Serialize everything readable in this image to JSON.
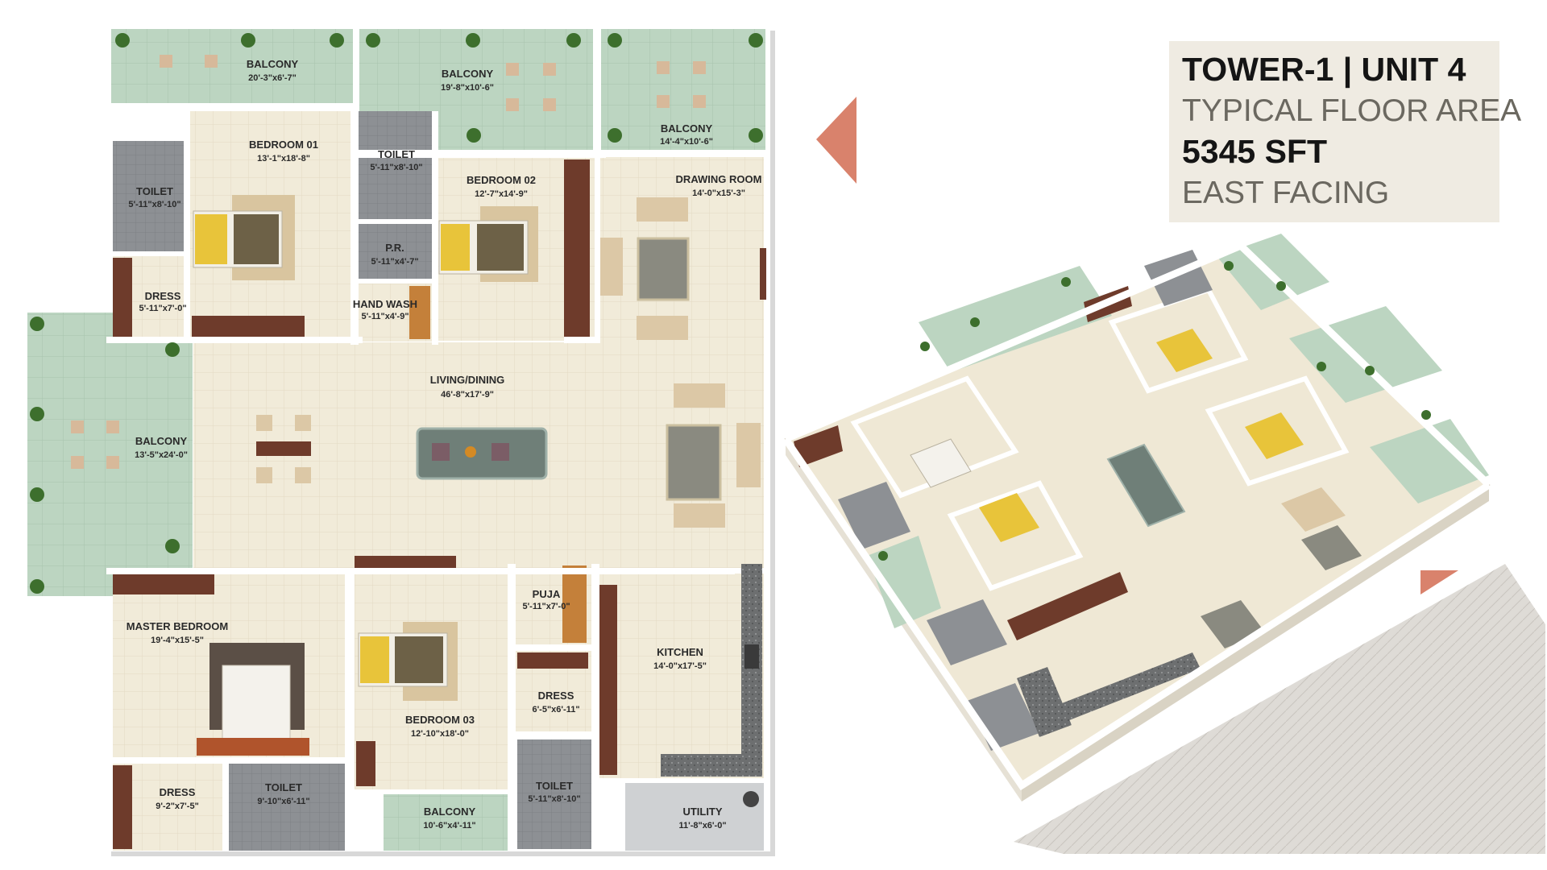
{
  "info": {
    "title": "TOWER-1 | UNIT 4",
    "floor_area_label": "TYPICAL FLOOR AREA",
    "area": "5345 SFT",
    "facing": "EAST FACING"
  },
  "colors": {
    "floor": "#f1ebd9",
    "balcony": "#bcd5c1",
    "toilet": "#8d9094",
    "wall": "#ffffff",
    "wood": "#6e3b2b",
    "marker": "#d9826c",
    "info_bg": "#efebe2"
  },
  "rooms": [
    {
      "name": "BALCONY",
      "dim": "20'-3\"x6'-7\""
    },
    {
      "name": "BALCONY",
      "dim": "19'-8\"x10'-6\""
    },
    {
      "name": "BALCONY",
      "dim": "14'-4\"x10'-6\""
    },
    {
      "name": "BEDROOM 01",
      "dim": "13'-1\"x18'-8\""
    },
    {
      "name": "TOILET",
      "dim": "5'-11\"x8'-10\""
    },
    {
      "name": "TOILET",
      "dim": "5'-11\"x8'-10\""
    },
    {
      "name": "BEDROOM 02",
      "dim": "12'-7\"x14'-9\""
    },
    {
      "name": "DRAWING ROOM",
      "dim": "14'-0\"x15'-3\""
    },
    {
      "name": "P.R.",
      "dim": "5'-11\"x4'-7\""
    },
    {
      "name": "DRESS",
      "dim": "5'-11\"x7'-0\""
    },
    {
      "name": "HAND WASH",
      "dim": "5'-11\"x4'-9\""
    },
    {
      "name": "LIVING/DINING",
      "dim": "46'-8\"x17'-9\""
    },
    {
      "name": "BALCONY",
      "dim": "13'-5\"x24'-0\""
    },
    {
      "name": "MASTER BEDROOM",
      "dim": "19'-4\"x15'-5\""
    },
    {
      "name": "PUJA",
      "dim": "5'-11\"x7'-0\""
    },
    {
      "name": "KITCHEN",
      "dim": "14'-0\"x17'-5\""
    },
    {
      "name": "DRESS",
      "dim": "6'-5\"x6'-11\""
    },
    {
      "name": "BEDROOM 03",
      "dim": "12'-10\"x18'-0\""
    },
    {
      "name": "DRESS",
      "dim": "9'-2\"x7'-5\""
    },
    {
      "name": "TOILET",
      "dim": "9'-10\"x6'-11\""
    },
    {
      "name": "TOILET",
      "dim": "5'-11\"x8'-10\""
    },
    {
      "name": "BALCONY",
      "dim": "10'-6\"x4'-11\""
    },
    {
      "name": "UTILITY",
      "dim": "11'-8\"x6'-0\""
    }
  ]
}
